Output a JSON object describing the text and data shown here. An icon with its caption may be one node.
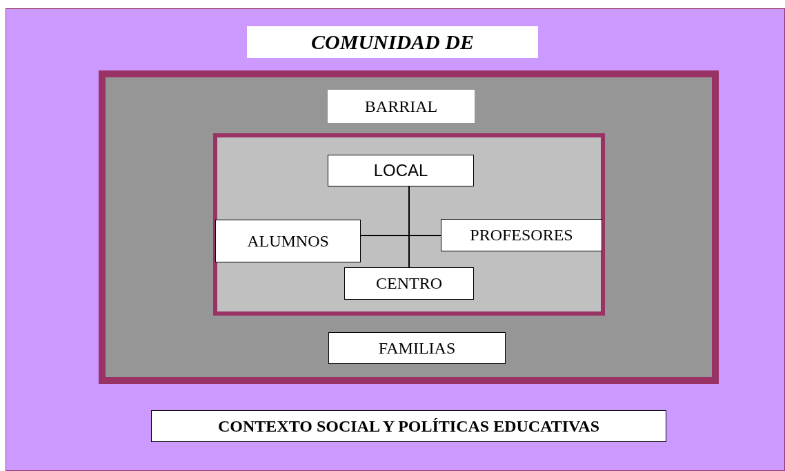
{
  "diagram": {
    "nodes": [
      {
        "text": [],
        "shape": "box"
      },
      {
        "text": [
          "COMUNIDAD DE"
        ],
        "in": 0
      },
      {
        "text": [],
        "shape": "box",
        "in": 0
      },
      {
        "text": [
          "BARRIAL"
        ],
        "in": 2
      },
      {
        "text": [],
        "shape": "box",
        "in": 2
      },
      {
        "text": [
          "LOCAL"
        ],
        "in": 4
      },
      {
        "text": [
          "ALUMNOS"
        ],
        "in": 4
      },
      {
        "text": [
          "PROFESORES"
        ],
        "in": 4
      },
      {
        "text": [
          "CENTRO"
        ],
        "in": 4
      },
      {
        "text": [
          "FAMILIAS"
        ],
        "in": 2
      },
      {
        "text": [
          "CONTEXTO SOCIAL Y POLÍTICAS EDUCATIVAS"
        ],
        "in": 0
      }
    ],
    "edges": [
      {
        "from": 5,
        "to": 8,
        "arrow": "none"
      },
      {
        "from": 6,
        "to": 7,
        "arrow": "none"
      }
    ]
  }
}
